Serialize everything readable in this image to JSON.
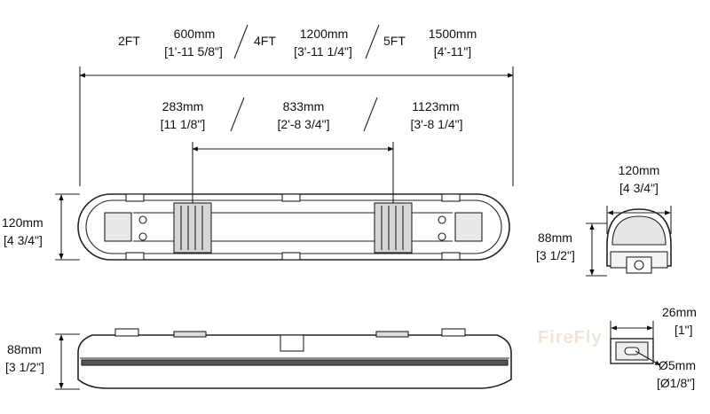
{
  "length_options": [
    {
      "size": "2FT",
      "mm": "600mm",
      "imperial": "[1'-11 5/8\"]"
    },
    {
      "size": "4FT",
      "mm": "1200mm",
      "imperial": "[3'-11 1/4\"]"
    },
    {
      "size": "5FT",
      "mm": "1500mm",
      "imperial": "[4'-11\"]"
    }
  ],
  "clip_spacing_options": [
    {
      "mm": "283mm",
      "imperial": "[11 1/8\"]"
    },
    {
      "mm": "833mm",
      "imperial": "[2'-8 3/4\"]"
    },
    {
      "mm": "1123mm",
      "imperial": "[3'-8 1/4\"]"
    }
  ],
  "top_view_height": {
    "mm": "120mm",
    "imperial": "[4 3/4\"]"
  },
  "side_view_height": {
    "mm": "88mm",
    "imperial": "[3 1/2\"]"
  },
  "end_view_width": {
    "mm": "120mm",
    "imperial": "[4 3/4\"]"
  },
  "end_view_height": {
    "mm": "88mm",
    "imperial": "[3 1/2\"]"
  },
  "clip_width": {
    "mm": "26mm",
    "imperial": "[1\"]"
  },
  "hole_diameter": {
    "mm": "Ø5mm",
    "imperial": "[Ø1/8\"]"
  },
  "watermark": "FireFly"
}
